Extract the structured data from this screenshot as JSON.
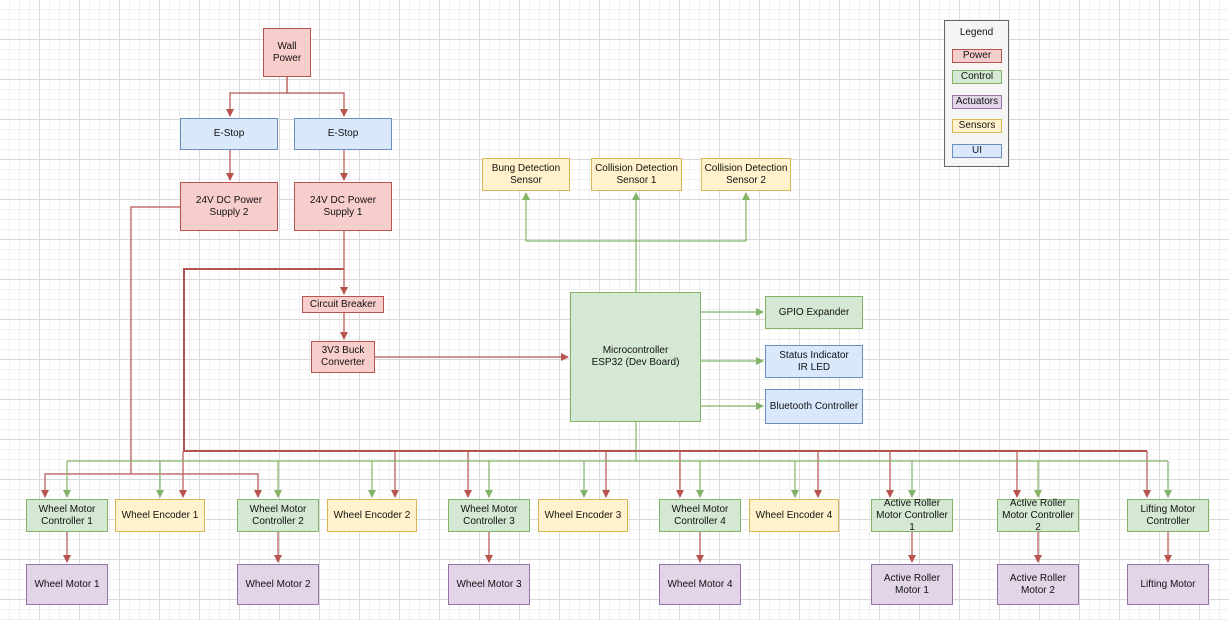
{
  "legend": {
    "title": "Legend",
    "items": [
      {
        "label": "Power",
        "color": "#f8cecc"
      },
      {
        "label": "Control",
        "color": "#d5e8d4"
      },
      {
        "label": "Actuators",
        "color": "#e1d5e7"
      },
      {
        "label": "Sensors",
        "color": "#fff2cc"
      },
      {
        "label": "UI",
        "color": "#dae8fc"
      }
    ]
  },
  "colors": {
    "power_wire": "#b85450",
    "control_wire": "#82b366"
  },
  "nodes": {
    "wall_power": "Wall\nPower",
    "estop_left": "E-Stop",
    "estop_right": "E-Stop",
    "psu2": "24V DC Power\nSupply 2",
    "psu1": "24V DC Power\nSupply 1",
    "breaker": "Circuit Breaker",
    "buck": "3V3 Buck\nConverter",
    "mcu": "Microcontroller\nESP32 (Dev Board)",
    "bung_sensor": "Bung Detection\nSensor",
    "collision1": "Collision Detection\nSensor 1",
    "collision2": "Collision Detection\nSensor 2",
    "gpio": "GPIO Expander",
    "status": "Status Indicator\nIR LED",
    "bluetooth": "Bluetooth Controller",
    "wmc1": "Wheel Motor\nController 1",
    "we1": "Wheel Encoder 1",
    "wmc2": "Wheel Motor\nController 2",
    "we2": "Wheel Encoder 2",
    "wmc3": "Wheel Motor\nController 3",
    "we3": "Wheel Encoder 3",
    "wmc4": "Wheel Motor\nController 4",
    "we4": "Wheel Encoder 4",
    "armc1": "Active Roller\nMotor Controller 1",
    "armc2": "Active Roller\nMotor Controller 2",
    "lmc": "Lifting Motor\nController",
    "wm1": "Wheel Motor 1",
    "wm2": "Wheel Motor 2",
    "wm3": "Wheel Motor 3",
    "wm4": "Wheel Motor 4",
    "arm1": "Active Roller\nMotor 1",
    "arm2": "Active Roller\nMotor 2",
    "lm": "Lifting Motor"
  }
}
